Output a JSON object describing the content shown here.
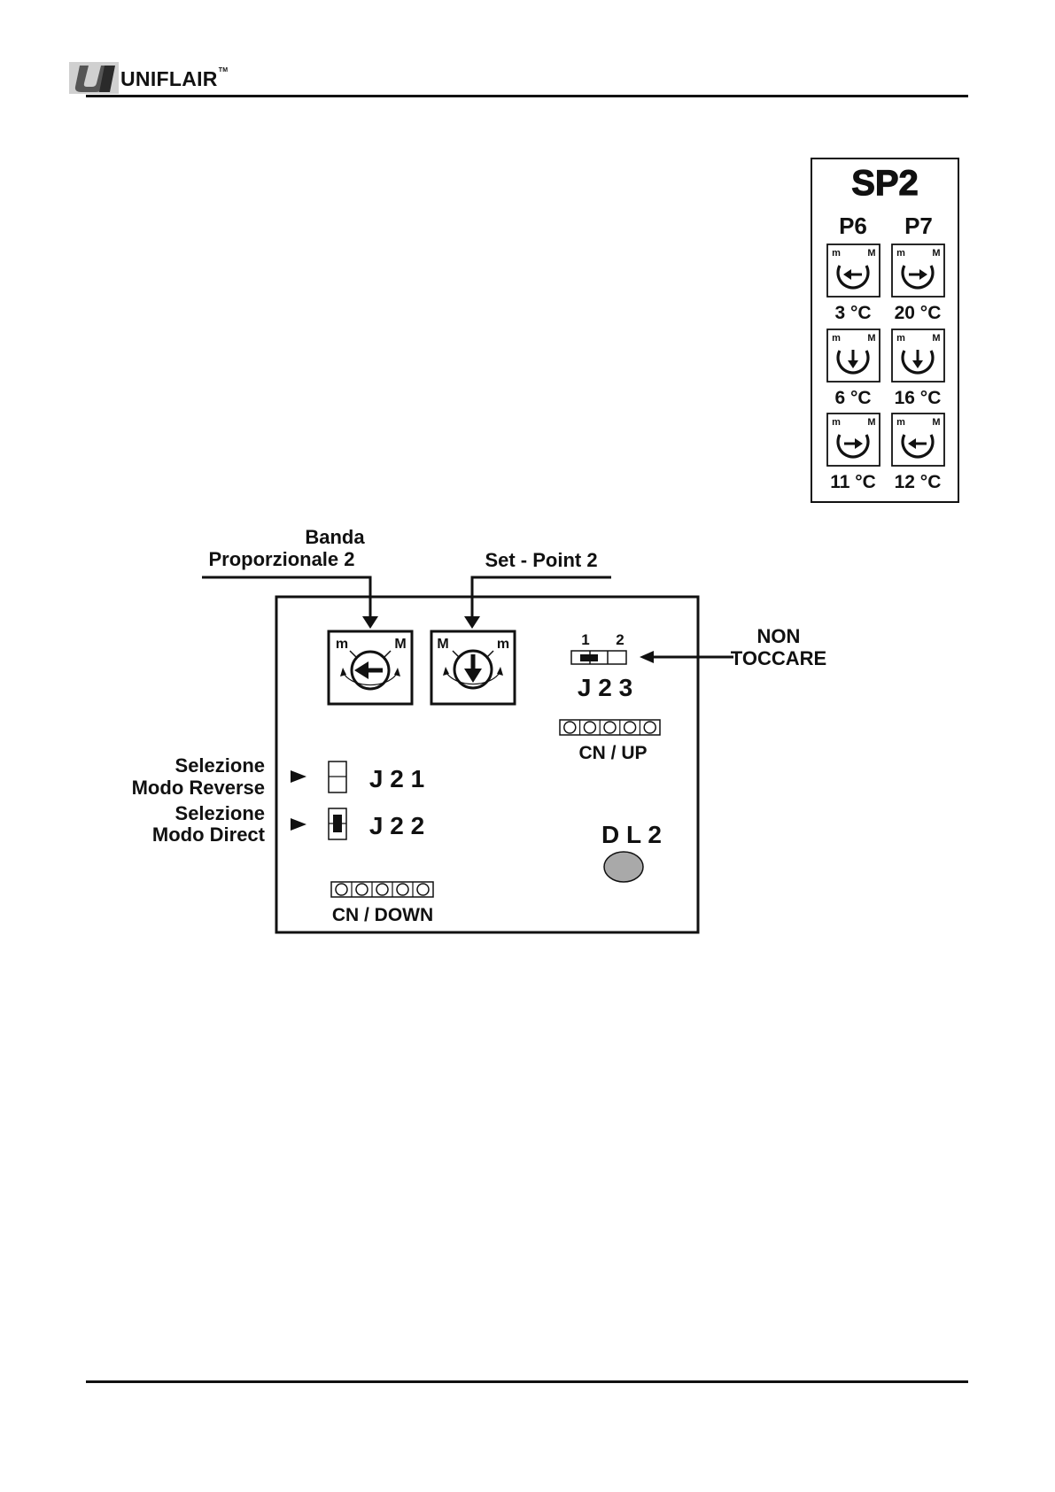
{
  "header": {
    "brand": "UNIFLAIR",
    "trademark": "TM"
  },
  "sp2_panel": {
    "title": "SP2",
    "columns": [
      "P6",
      "P7"
    ],
    "dial_min_label": "m",
    "dial_max_label": "M",
    "rows": [
      {
        "p6": {
          "direction": "left",
          "temp": "3 °C"
        },
        "p7": {
          "direction": "right",
          "temp": "20 °C"
        }
      },
      {
        "p6": {
          "direction": "down",
          "temp": "6 °C"
        },
        "p7": {
          "direction": "down",
          "temp": "16 °C"
        }
      },
      {
        "p6": {
          "direction": "right",
          "temp": "11 °C"
        },
        "p7": {
          "direction": "left",
          "temp": "12 °C"
        }
      }
    ]
  },
  "board": {
    "label_banda_line1": "Banda",
    "label_banda_line2": "Proporzionale 2",
    "label_setpoint": "Set - Point 2",
    "dial1_min": "m",
    "dial1_max": "M",
    "dial2_max": "M",
    "dial2_min": "m",
    "j23_pin1": "1",
    "j23_pin2": "2",
    "j23_label": "J 2 3",
    "non_toccare_line1": "NON",
    "non_toccare_line2": "TOCCARE",
    "cn_up": "CN / UP",
    "sel_reverse_line1": "Selezione",
    "sel_reverse_line2": "Modo Reverse",
    "sel_direct_line1": "Selezione",
    "sel_direct_line2": "Modo Direct",
    "j21_label": "J 2 1",
    "j22_label": "J 2 2",
    "dl2_label": "D L 2",
    "cn_down": "CN / DOWN"
  },
  "colors": {
    "ink": "#111111",
    "led": "#a9a9a9"
  }
}
